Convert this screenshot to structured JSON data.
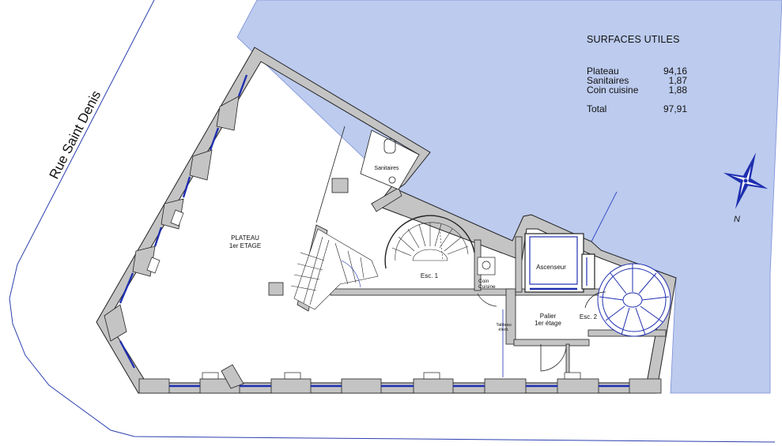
{
  "street": "Rue Saint Denis",
  "surfaces": {
    "title": "SURFACES UTILES",
    "rows": [
      {
        "label": "Plateau",
        "value": "94,16"
      },
      {
        "label": "Sanitaires",
        "value": "1,87"
      },
      {
        "label": "Coin cuisine",
        "value": "1,88"
      }
    ],
    "total": {
      "label": "Total",
      "value": "97,91"
    }
  },
  "rooms": {
    "plateau_line1": "PLATEAU",
    "plateau_line2": "1er ETAGE",
    "sanitaires": "Sanitaires",
    "esc1": "Esc. 1",
    "coin_line1": "Coin",
    "coin_line2": "Cuisine",
    "ascenseur": "Ascenseur",
    "palier_line1": "Palier",
    "palier_line2": "1er étage",
    "esc2": "Esc. 2",
    "tableau_line1": "Tableau",
    "tableau_line2": "élect."
  },
  "compass": {
    "label": "N"
  },
  "colors": {
    "wall": "#c4c4c4",
    "wall_stroke": "#222222",
    "courtyard": "#bccbee",
    "window": "#1f2fb0"
  }
}
